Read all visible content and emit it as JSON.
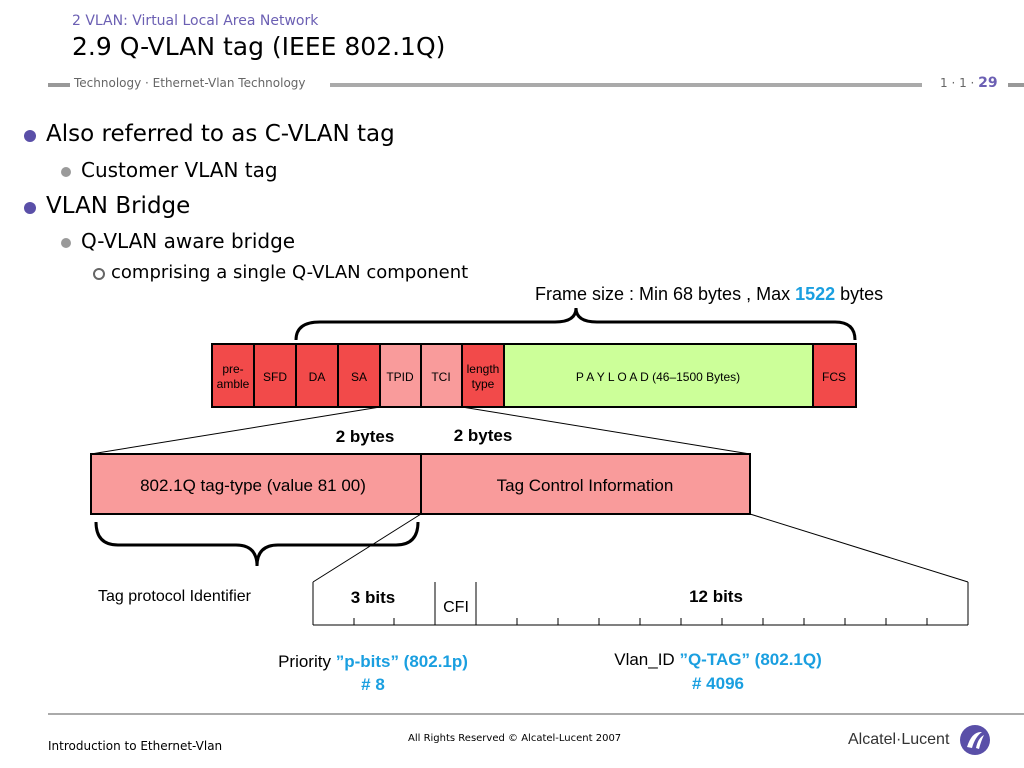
{
  "header": {
    "section": "2 VLAN: Virtual Local Area Network",
    "title": "2.9 Q-VLAN tag (IEEE 802.1Q)",
    "breadcrumb": "Technology · Ethernet-Vlan Technology",
    "page_prefix": "1 · 1 · ",
    "page_number": "29"
  },
  "bullets": {
    "b1": "Also referred to as C-VLAN tag",
    "b1_1": "Customer VLAN tag",
    "b2": "VLAN Bridge",
    "b2_1": "Q-VLAN aware bridge",
    "b2_1_1": "comprising a single Q-VLAN component"
  },
  "frame": {
    "size_prefix": "Frame size : Min 68 bytes , Max ",
    "size_max": "1522",
    "size_suffix": " bytes",
    "fields": {
      "preamble_1": "pre-",
      "preamble_2": "amble",
      "sfd": "SFD",
      "da": "DA",
      "sa": "SA",
      "tpid": "TPID",
      "tci": "TCI",
      "lt_1": "length",
      "lt_2": "type",
      "payload": "P A Y L O A D (46–1500 Bytes)",
      "fcs": "FCS"
    }
  },
  "tag": {
    "bytes_left": "2 bytes",
    "bytes_right": "2 bytes",
    "tag_type": "802.1Q tag-type (value 81 00)",
    "tci": "Tag Control Information",
    "tpi_label": "Tag protocol Identifier"
  },
  "tci_bits": {
    "bits3": "3 bits",
    "cfi": "CFI",
    "bits12": "12 bits",
    "priority_prefix": "Priority ",
    "priority_name": "”p-bits” (802.1p)",
    "priority_count": "# 8",
    "vlan_prefix": "Vlan_ID ",
    "vlan_name": "”Q-TAG” (802.1Q)",
    "vlan_count": "# 4096"
  },
  "footer": {
    "left": "Introduction to Ethernet-Vlan",
    "center": "All Rights Reserved © Alcatel-Lucent 2007",
    "logo": "Alcatel·Lucent"
  },
  "colors": {
    "red": "#f24a4a",
    "pink": "#f99b9b",
    "green": "#ccff99",
    "accent_blue": "#1a9fe0",
    "header_purple": "#6b5fb3"
  }
}
